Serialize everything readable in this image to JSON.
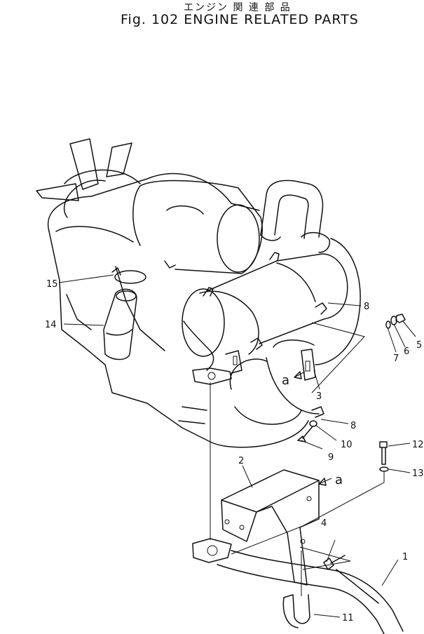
{
  "header": {
    "title_jp": "エンジン 関 連 部 品",
    "title_en": "Fig. 102 ENGINE RELATED PARTS"
  },
  "callouts": {
    "c1": "1",
    "c2": "2",
    "c3": "3",
    "c4": "4",
    "c5": "5",
    "c6": "6",
    "c7": "7",
    "c8a": "8",
    "c8b": "8",
    "c9": "9",
    "c10": "10",
    "c11": "11",
    "c12": "12",
    "c13": "13",
    "c14": "14",
    "c15": "15",
    "a1": "a",
    "a2": "a"
  }
}
